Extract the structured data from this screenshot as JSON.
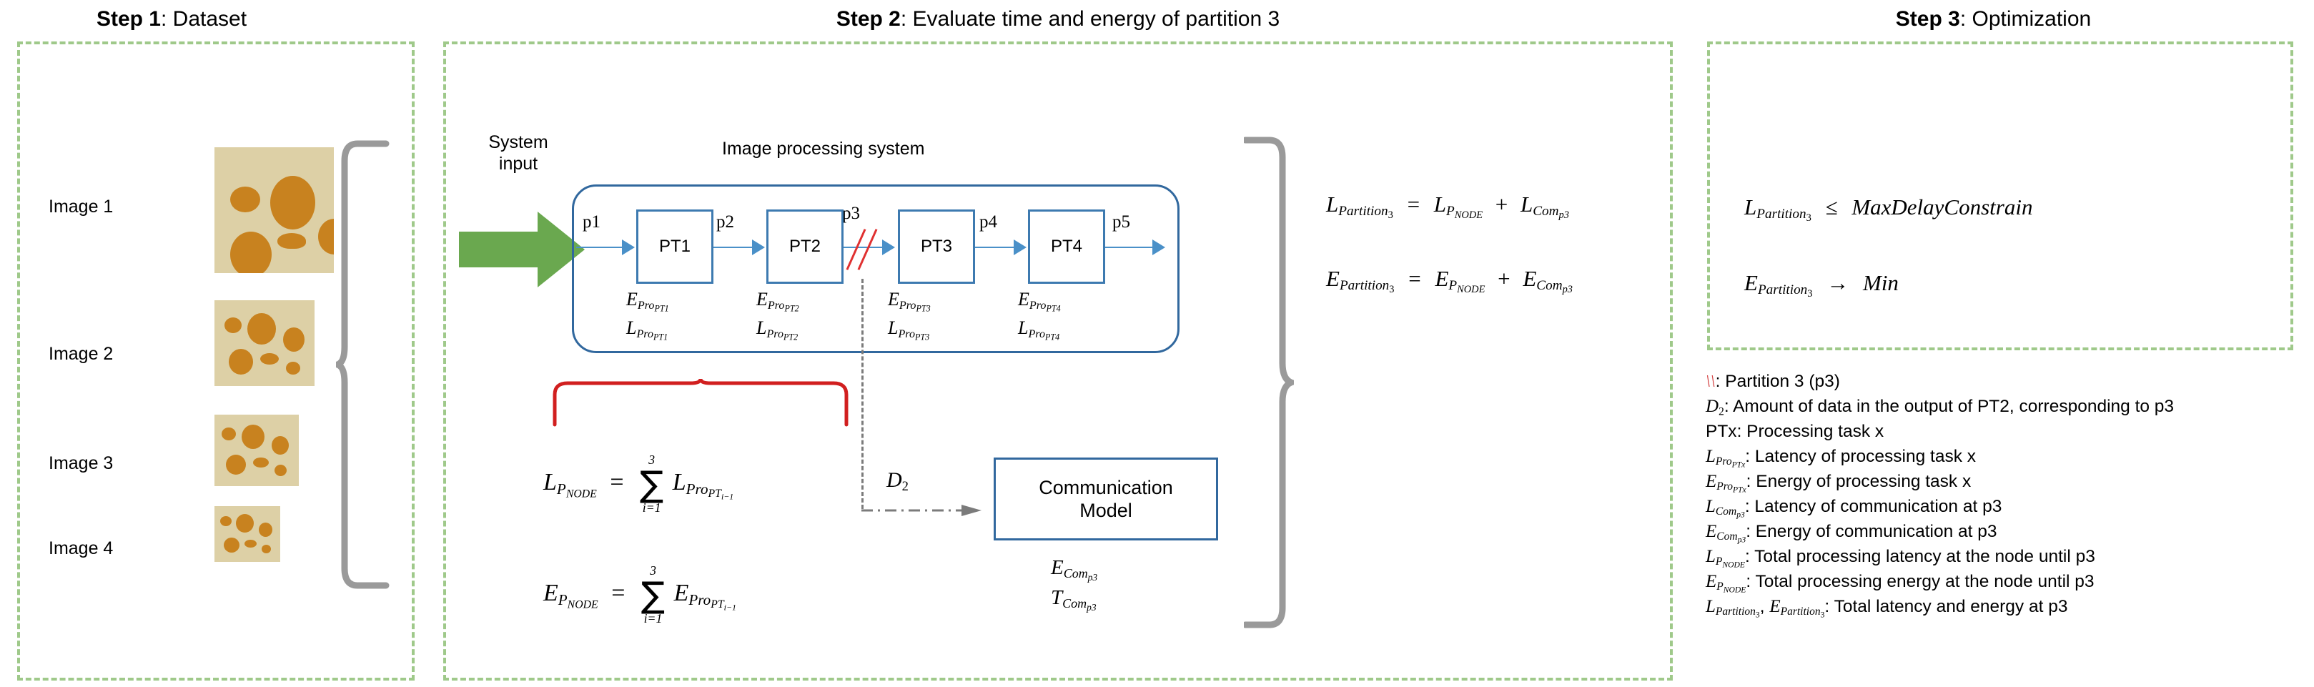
{
  "steps": [
    {
      "num": "Step 1",
      "sep": ": ",
      "title": "Dataset"
    },
    {
      "num": "Step 2",
      "sep": ": ",
      "title": "Evaluate time and energy of partition 3"
    },
    {
      "num": "Step 3",
      "sep": ": ",
      "title": "Optimization"
    }
  ],
  "dataset": {
    "images": [
      {
        "label": "Image 1"
      },
      {
        "label": "Image 2"
      },
      {
        "label": "Image 3"
      },
      {
        "label": "Image 4"
      }
    ]
  },
  "system": {
    "input_line1": "System",
    "input_line2": "input",
    "ips_title": "Image processing system"
  },
  "pipeline": {
    "ports": [
      "p1",
      "p2",
      "p3",
      "p4",
      "p5"
    ],
    "tasks": [
      {
        "name": "PT1",
        "energy": "E",
        "energy_sub": "Pro",
        "energy_sub2": "PT1",
        "latency": "L",
        "latency_sub": "Pro",
        "latency_sub2": "PT1"
      },
      {
        "name": "PT2",
        "energy": "E",
        "energy_sub": "Pro",
        "energy_sub2": "PT2",
        "latency": "L",
        "latency_sub": "Pro",
        "latency_sub2": "PT2"
      },
      {
        "name": "PT3",
        "energy": "E",
        "energy_sub": "Pro",
        "energy_sub2": "PT3",
        "latency": "L",
        "latency_sub": "Pro",
        "latency_sub2": "PT3"
      },
      {
        "name": "PT4",
        "energy": "E",
        "energy_sub": "Pro",
        "energy_sub2": "PT4",
        "latency": "L",
        "latency_sub": "Pro",
        "latency_sub2": "PT4"
      }
    ]
  },
  "node_formulas": {
    "latency": {
      "lhs_base": "L",
      "lhs_sub": "P",
      "lhs_sub2": "NODE",
      "eq": "=",
      "sum_top": "3",
      "sum_bottom": "i=1",
      "term_base": "L",
      "term_sub": "Pro",
      "term_sub2": "PT",
      "term_sub3": "i−1"
    },
    "energy": {
      "lhs_base": "E",
      "lhs_sub": "P",
      "lhs_sub2": "NODE",
      "eq": "=",
      "sum_top": "3",
      "sum_bottom": "i=1",
      "term_base": "E",
      "term_sub": "Pro",
      "term_sub2": "PT",
      "term_sub3": "i−1"
    }
  },
  "communication": {
    "data_symbol": "D",
    "data_sub": "2",
    "title_line1": "Communication",
    "title_line2": "Model",
    "out_energy_base": "E",
    "out_energy_sub": "Com",
    "out_energy_sub2": "p3",
    "out_time_base": "T",
    "out_time_sub": "Com",
    "out_time_sub2": "p3"
  },
  "partition_results": {
    "latency": {
      "lhs": "L",
      "lhs_sub": "Partition",
      "lhs_sub2": "3",
      "eq": "=",
      "t1": "L",
      "t1_sub": "P",
      "t1_sub2": "NODE",
      "plus": "+",
      "t2": "L",
      "t2_sub": "Com",
      "t2_sub2": "p3"
    },
    "energy": {
      "lhs": "E",
      "lhs_sub": "Partition",
      "lhs_sub2": "3",
      "eq": "=",
      "t1": "E",
      "t1_sub": "P",
      "t1_sub2": "NODE",
      "plus": "+",
      "t2": "E",
      "t2_sub": "Com",
      "t2_sub2": "p3"
    }
  },
  "optimization": {
    "constraint": {
      "lhs": "L",
      "lhs_sub": "Partition",
      "lhs_sub2": "3",
      "op": "≤",
      "rhs": "MaxDelayConstrain"
    },
    "objective": {
      "lhs": "E",
      "lhs_sub": "Partition",
      "lhs_sub2": "3",
      "op": "→",
      "rhs": "Min"
    }
  },
  "legend": [
    {
      "sym_kind": "slash",
      "sym": "\\\\",
      "text": ": Partition 3 (p3)"
    },
    {
      "sym_kind": "math",
      "base": "D",
      "sub": "2",
      "text": ": Amount of data in the output of PT2, corresponding to p3"
    },
    {
      "sym_kind": "plain",
      "base": "PTx",
      "text": ": Processing task x"
    },
    {
      "sym_kind": "math",
      "base": "L",
      "sub": "Pro",
      "sub2": "PTx",
      "text": ": Latency of processing task x"
    },
    {
      "sym_kind": "math",
      "base": "E",
      "sub": "Pro",
      "sub2": "PTx",
      "text": ": Energy of processing task x"
    },
    {
      "sym_kind": "math",
      "base": "L",
      "sub": "Com",
      "sub2": "p3",
      "text": ": Latency of communication at p3"
    },
    {
      "sym_kind": "math",
      "base": "E",
      "sub": "Com",
      "sub2": "p3",
      "text": ": Energy of communication at p3"
    },
    {
      "sym_kind": "math",
      "base": "L",
      "sub": "P",
      "sub2": "NODE",
      "text": ": Total processing latency at the node until p3"
    },
    {
      "sym_kind": "math",
      "base": "E",
      "sub": "P",
      "sub2": "NODE",
      "text": ": Total processing energy at the node until p3"
    },
    {
      "sym_kind": "math2",
      "base": "L",
      "sub": "Partition",
      "sub2": "3",
      "base_b": "E",
      "sub_b": "Partition",
      "sub2_b": "3",
      "sep": ", ",
      "text": ": Total latency and energy at p3"
    }
  ],
  "colors": {
    "panel_border": "#9fc98a",
    "box_blue": "#3d7ab0",
    "arrow_blue": "#4a90c8",
    "green_arrow": "#6aa84f",
    "partition_red": "#e03030",
    "brace_grey": "#9a9a9a",
    "thumb_bg": "#ddd0a6",
    "blob": "#c8821f"
  }
}
